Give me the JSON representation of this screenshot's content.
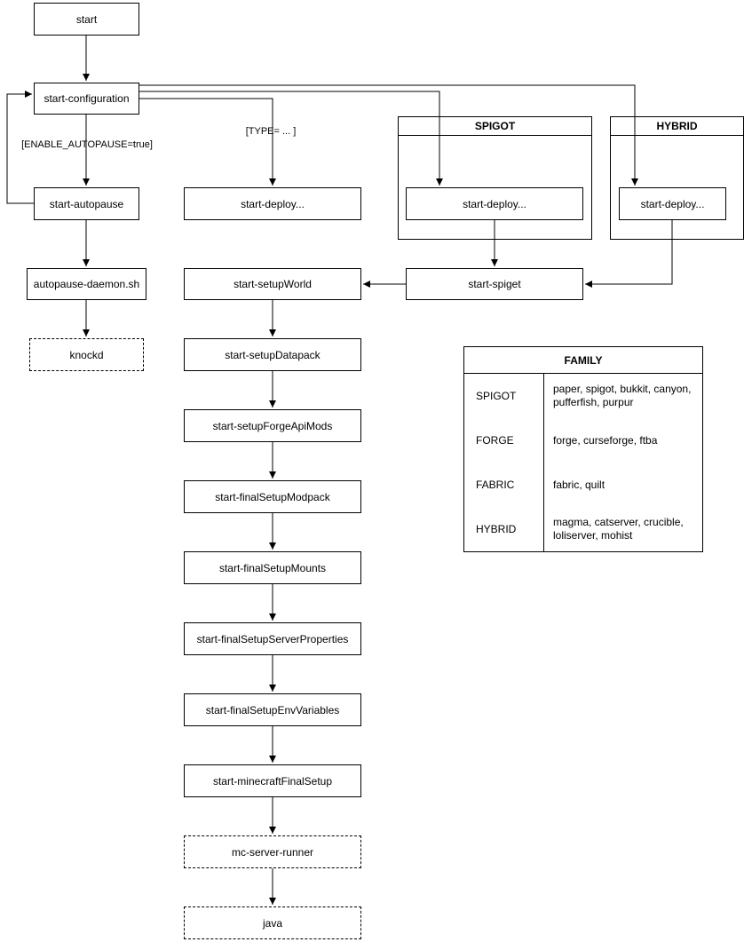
{
  "nodes": {
    "start": {
      "label": "start"
    },
    "start_configuration": {
      "label": "start-configuration"
    },
    "start_autopause": {
      "label": "start-autopause"
    },
    "autopause_daemon": {
      "label": "autopause-daemon.sh"
    },
    "knockd": {
      "label": "knockd"
    },
    "start_deploy_main": {
      "label": "start-deploy..."
    },
    "start_deploy_spigot": {
      "label": "start-deploy..."
    },
    "start_deploy_hybrid": {
      "label": "start-deploy..."
    },
    "start_setup_world": {
      "label": "start-setupWorld"
    },
    "start_spiget": {
      "label": "start-spiget"
    },
    "start_setup_datapack": {
      "label": "start-setupDatapack"
    },
    "start_setup_forge_api_mods": {
      "label": "start-setupForgeApiMods"
    },
    "start_final_setup_modpack": {
      "label": "start-finalSetupModpack"
    },
    "start_final_setup_mounts": {
      "label": "start-finalSetupMounts"
    },
    "start_final_setup_server_properties": {
      "label": "start-finalSetupServerProperties"
    },
    "start_final_setup_env_variables": {
      "label": "start-finalSetupEnvVariables"
    },
    "start_minecraft_final_setup": {
      "label": "start-minecraftFinalSetup"
    },
    "mc_server_runner": {
      "label": "mc-server-runner"
    },
    "java": {
      "label": "java"
    }
  },
  "groups": {
    "spigot": {
      "title": "SPIGOT"
    },
    "hybrid": {
      "title": "HYBRID"
    }
  },
  "edge_labels": {
    "enable_autopause": "[ENABLE_AUTOPAUSE=true]",
    "type": "[TYPE= ... ]"
  },
  "family_table": {
    "title": "FAMILY",
    "rows": [
      {
        "family": "SPIGOT",
        "members": "paper, spigot, bukkit, canyon, pufferfish, purpur"
      },
      {
        "family": "FORGE",
        "members": "forge, curseforge, ftba"
      },
      {
        "family": "FABRIC",
        "members": "fabric, quilt"
      },
      {
        "family": "HYBRID",
        "members": "magma, catserver, crucible, loliserver, mohist"
      }
    ]
  },
  "colors": {
    "stroke": "#000000",
    "background": "#ffffff"
  }
}
